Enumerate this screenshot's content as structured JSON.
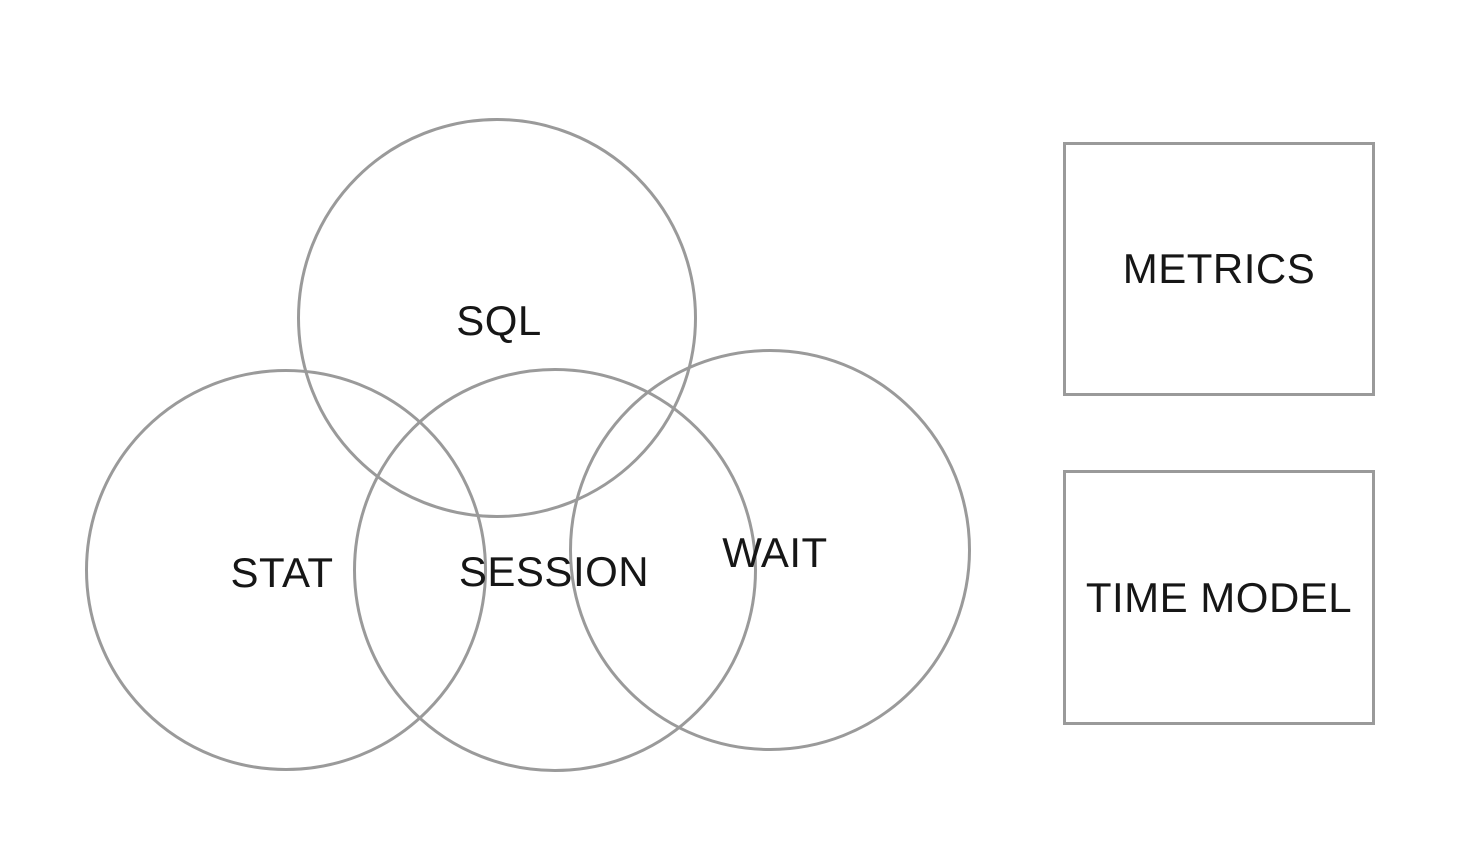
{
  "diagram": {
    "background_color": "#ffffff",
    "stroke_color": "#9a9a9a",
    "text_color": "#161616",
    "circles": [
      {
        "id": "sql",
        "label": "SQL"
      },
      {
        "id": "stat",
        "label": "STAT"
      },
      {
        "id": "session",
        "label": "SESSION"
      },
      {
        "id": "wait",
        "label": "WAIT"
      }
    ],
    "boxes": [
      {
        "id": "metrics",
        "label": "METRICS"
      },
      {
        "id": "time-model",
        "label": "TIME MODEL"
      }
    ]
  }
}
